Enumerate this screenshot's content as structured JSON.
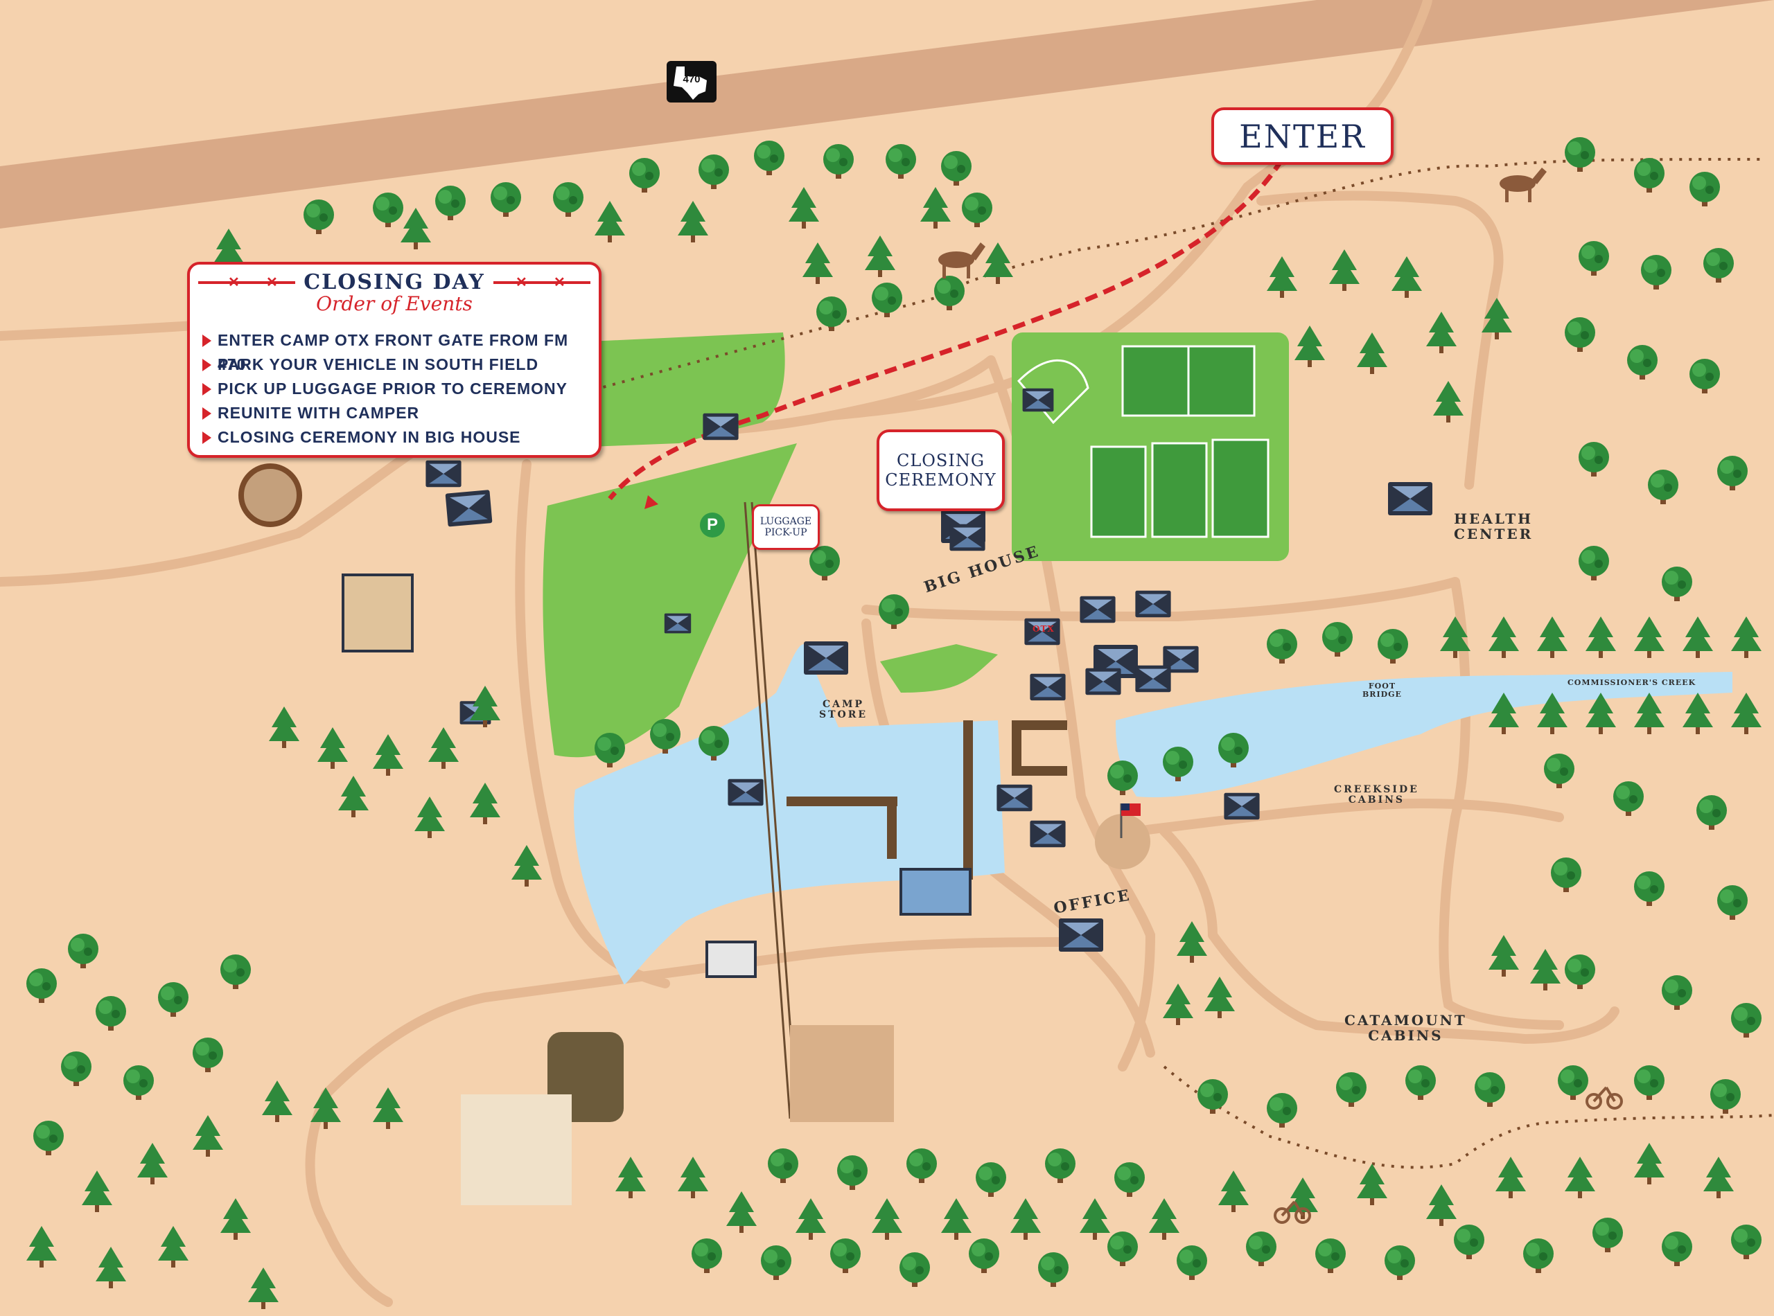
{
  "highway": {
    "number": "470"
  },
  "enter_sign": {
    "text": "ENTER"
  },
  "order_of_events": {
    "title": "CLOSING DAY",
    "subtitle": "Order of Events",
    "items": [
      "ENTER CAMP OTX FRONT GATE FROM FM 470",
      "PARK YOUR VEHICLE IN SOUTH FIELD",
      "PICK UP LUGGAGE PRIOR TO CEREMONY",
      "REUNITE WITH CAMPER",
      "CLOSING CEREMONY IN BIG HOUSE"
    ]
  },
  "closing_ceremony": {
    "line1": "CLOSING",
    "line2": "CEREMONY"
  },
  "luggage": {
    "line1": "LUGGAGE",
    "line2": "PICK-UP"
  },
  "parking": {
    "symbol": "P"
  },
  "places": {
    "big_house": "BIG HOUSE",
    "camp_store_1": "CAMP",
    "camp_store_2": "STORE",
    "health_center_1": "HEALTH",
    "health_center_2": "CENTER",
    "office": "OFFICE",
    "creekside_1": "CREEKSIDE",
    "creekside_2": "CABINS",
    "catamount_1": "CATAMOUNT",
    "catamount_2": "CABINS",
    "foot_bridge_1": "FOOT",
    "foot_bridge_2": "BRIDGE",
    "creek": "COMMISSIONER'S CREEK",
    "otx": "OTX"
  },
  "colors": {
    "ground": "#f5d2ae",
    "road": "#d9a987",
    "path": "#e5b892",
    "grass": "#7cc452",
    "water": "#b9e0f5",
    "tree": "#2e8b3a",
    "accent_red": "#d6232a",
    "navy": "#1f2f5a",
    "building": "#2b3344"
  }
}
